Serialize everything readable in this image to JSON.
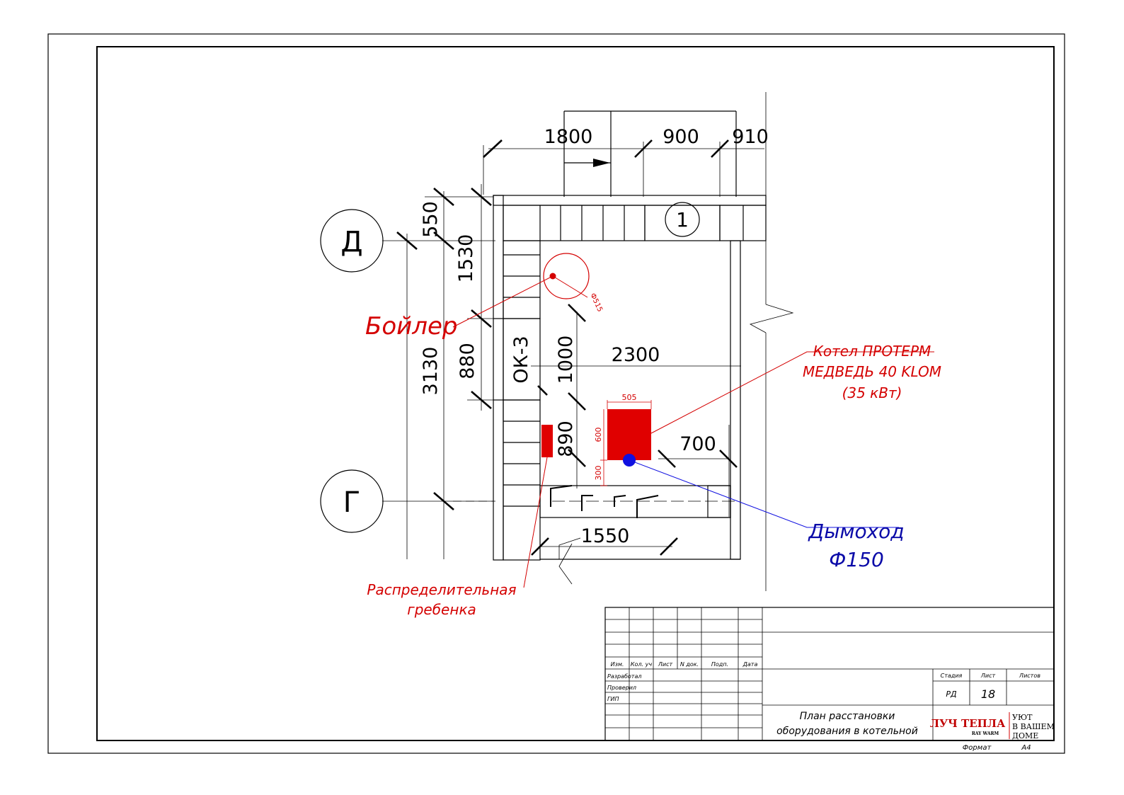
{
  "dimensions": {
    "top_1800": "1800",
    "top_900": "900",
    "top_910": "910",
    "left_550": "550",
    "left_1530": "1530",
    "left_3130": "3130",
    "left_880": "880",
    "door_1000": "1000",
    "room_2300": "2300",
    "manifold_890": "890",
    "boiler_505": "505",
    "boiler_600": "600",
    "boiler_300": "300",
    "right_700": "700",
    "bottom_1550": "1550",
    "tank_diam": "Ф515"
  },
  "axes": {
    "d": "Д",
    "g": "Г",
    "one": "1"
  },
  "opening_label": "ОК-3",
  "labels": {
    "boiler": "Бойлер",
    "kotel_line1": "Котел ПРОТЕРМ",
    "kotel_line2": "МЕДВЕДЬ 40 KLOM",
    "kotel_line3": "(35 кВт)",
    "chimney_line1": "Дымоход",
    "chimney_line2": "Ф150",
    "manifold_line1": "Распределительная",
    "manifold_line2": "гребенка"
  },
  "title_block": {
    "col_izm": "Изм.",
    "col_kol": "Кол. уч",
    "col_list": "Лист",
    "col_ndok": "N док.",
    "col_podp": "Подп.",
    "col_data": "Дата",
    "razrabotal": "Разработал",
    "proveril": "Проверил",
    "gip": "ГИП",
    "stadia_h": "Стадия",
    "list_h": "Лист",
    "listov_h": "Листов",
    "stadia_v": "РД",
    "list_v": "18",
    "title_line1": "План расстановки",
    "title_line2": "оборудования в котельной",
    "format_label": "Формат",
    "format_value": "А4",
    "logo_main": "ЛУЧ ТЕПЛА",
    "logo_sub": "RAY WARM",
    "logo_right1": "УЮТ",
    "logo_right2": "В ВАШЕМ",
    "logo_right3": "ДОМЕ"
  },
  "colors": {
    "equipment": "#e00000",
    "chimney": "#1010e0",
    "label_red": "#d40000",
    "label_blue": "#0a0aa8"
  }
}
